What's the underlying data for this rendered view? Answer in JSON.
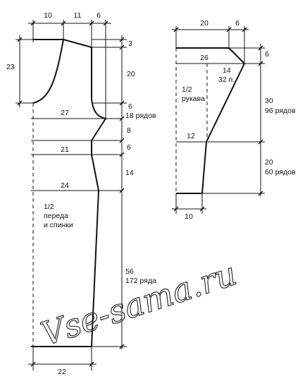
{
  "body_piece": {
    "title_lines": [
      "1/2",
      "переда",
      "и спинки"
    ],
    "top_widths": [
      "10",
      "11",
      "6"
    ],
    "right_heights": [
      "3",
      "20",
      "6",
      "8",
      "6",
      "14"
    ],
    "armhole_rows": "18 рядов",
    "left_height": "23",
    "bottom_height": "56",
    "bottom_rows": "172 ряда",
    "widths": [
      "27",
      "21",
      "24"
    ],
    "hem_width": "22"
  },
  "sleeve_piece": {
    "title_lines": [
      "1/2",
      "рукава"
    ],
    "top_widths": [
      "20",
      "6"
    ],
    "cap_height": "6",
    "cap_width": "26",
    "slope_cm": "14",
    "slope_sts": "32 п.",
    "mid_height": "30",
    "mid_rows": "96 рядов",
    "mid_width": "12",
    "low_height": "20",
    "low_rows": "60 рядов",
    "cuff_width": "10"
  },
  "watermark": "Vse-sama.ru"
}
